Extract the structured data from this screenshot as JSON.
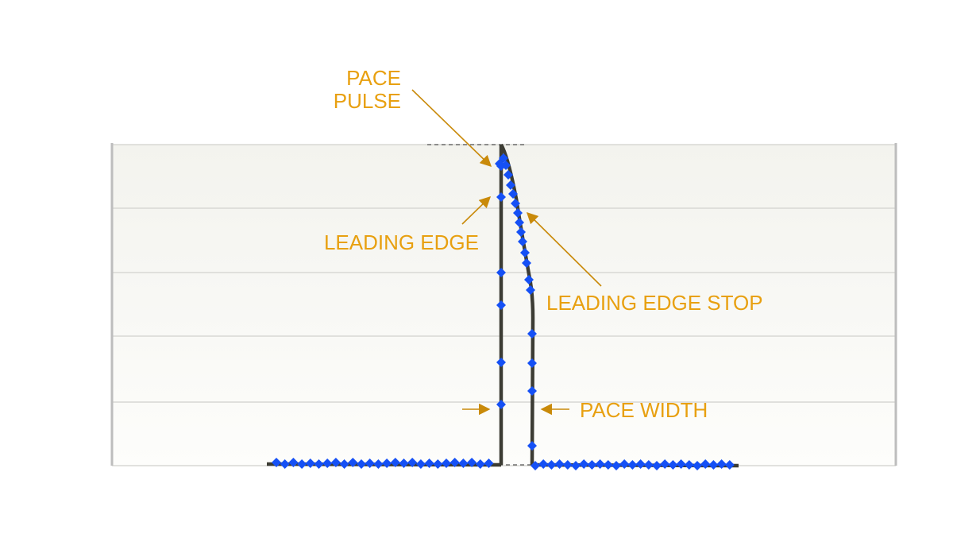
{
  "diagram": {
    "labels": {
      "pace_pulse_line1": "PACE",
      "pace_pulse_line2": "PULSE",
      "leading_edge": "LEADING EDGE",
      "leading_edge_stop": "LEADING EDGE STOP",
      "pace_width": "PACE WIDTH"
    },
    "colors": {
      "annotation": "#E8A010",
      "arrow": "#C98A0A",
      "marker": "#1550F5",
      "trace": "#3C3C34",
      "grid": "#D8D8D4",
      "panel": "#F5F5F0",
      "frame": "#BDBDBD",
      "dashed": "#555555"
    }
  }
}
